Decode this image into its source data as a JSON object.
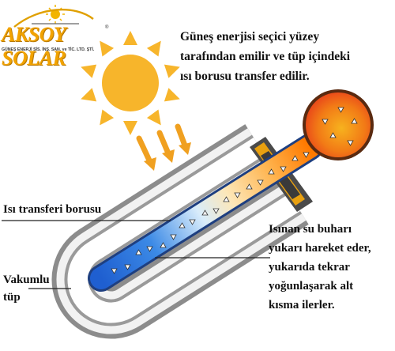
{
  "logo": {
    "name": "AKSOY SOLAR",
    "subtitle": "GÜNEŞ ENERJİ SİS. İNŞ. SAN. ve TİC. LTD. ŞTİ."
  },
  "captions": {
    "top": [
      "Güneş enerjisi seçici yüzey",
      "tarafından emilir ve tüp içindeki",
      "ısı borusu transfer edilir."
    ],
    "heat_pipe": "Isı transferi borusu",
    "vacuum_tube": [
      "Vakumlu",
      "tüp"
    ],
    "right": [
      "Isınan su buharı",
      "yukarı hareket eder,",
      "yukarıda tekrar",
      "yoğunlaşarak alt",
      "kısma ilerler."
    ]
  },
  "colors": {
    "sun": "#f7b52b",
    "sun_rays": "#f7b52b",
    "heat_arrows": "#f0a020",
    "tube_outer": "#8c8c8c",
    "tube_gap": "#f2f2f2",
    "pipe_cold": "#2a6ad8",
    "pipe_hot": "#ff7a00",
    "condenser_bulb": "#f05a14",
    "collar": "#4a4a4a",
    "collar_gold": "#e8a010",
    "logo": "#f2a300"
  },
  "icons": [
    "sun-icon",
    "heat-arrow-icon",
    "vapor-triangle-icon"
  ]
}
